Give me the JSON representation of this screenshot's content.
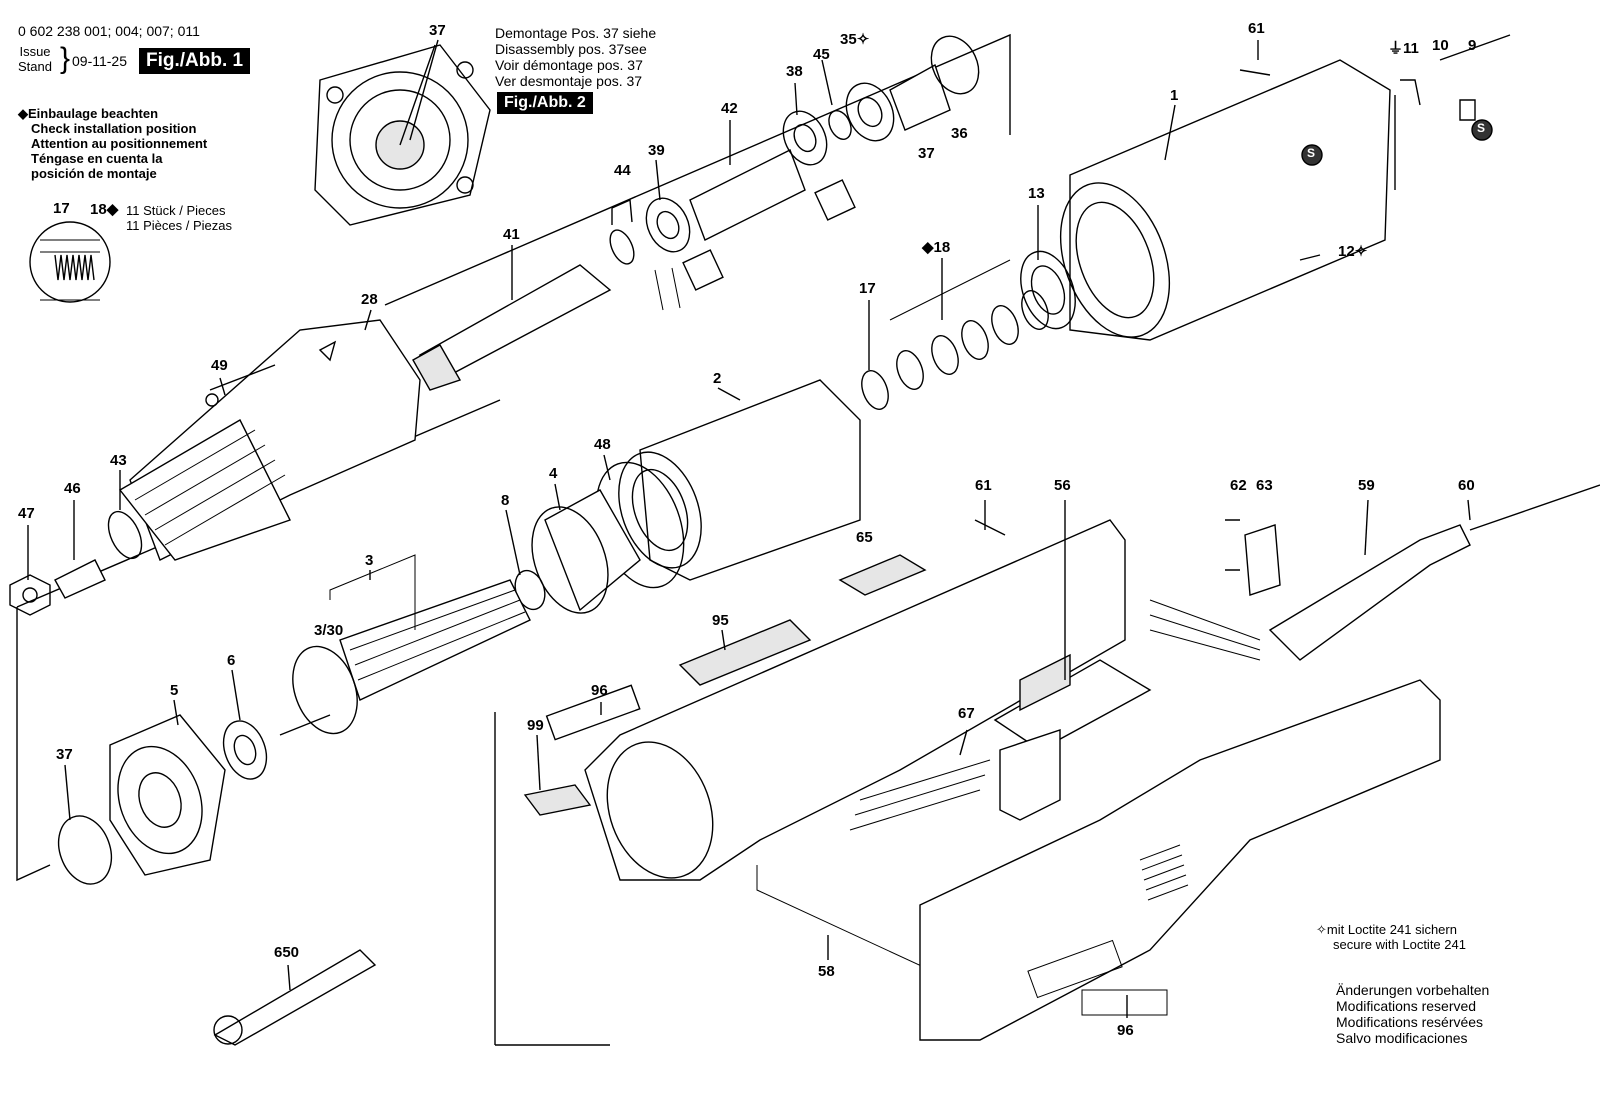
{
  "header": {
    "part_numbers": "0 602 238 001; 004; 007; 011",
    "issue_label_1": "Issue",
    "issue_label_2": "Stand",
    "issue_date": "09-11-25",
    "fig_label": "Fig./Abb. 1"
  },
  "installation_note": {
    "lines": [
      "Einbaulage beachten",
      "Check installation position",
      "Attention au positionnement",
      "Téngase en cuenta la",
      "posición de montaje"
    ]
  },
  "pieces_note": {
    "line1": "11 Stück / Pieces",
    "line2": "11 Pièces / Piezas"
  },
  "disassembly_note": {
    "lines": [
      "Demontage Pos. 37 siehe",
      "Disassembly pos. 37see",
      "Voir démontage pos. 37",
      "Ver desmontaje pos. 37"
    ],
    "fig_label": "Fig./Abb. 2"
  },
  "loctite_note": {
    "line1": "mit Loctite 241 sichern",
    "line2": "secure with Loctite 241"
  },
  "modifications_note": {
    "lines": [
      "Änderungen vorbehalten",
      "Modifications reserved",
      "Modifications resérvées",
      "Salvo modificaciones"
    ]
  },
  "callouts": {
    "c37a": "37",
    "c17a": "17",
    "c18a": "18",
    "c45": "45",
    "c35": "35",
    "c38": "38",
    "c42": "42",
    "c36": "36",
    "c37b": "37",
    "c44": "44",
    "c39": "39",
    "c41": "41",
    "c28": "28",
    "c49": "49",
    "c43": "43",
    "c46": "46",
    "c47": "47",
    "c61a": "61",
    "c1": "1",
    "c11": "11",
    "c10": "10",
    "c9": "9",
    "c13": "13",
    "c12": "12",
    "c18b": "18",
    "c17b": "17",
    "c2": "2",
    "c48": "48",
    "c4": "4",
    "c8": "8",
    "c3": "3",
    "c330": "3/30",
    "c6": "6",
    "c5": "5",
    "c37c": "37",
    "c61b": "61",
    "c56": "56",
    "c62": "62",
    "c63": "63",
    "c59": "59",
    "c60": "60",
    "c65": "65",
    "c95": "95",
    "c96a": "96",
    "c99": "99",
    "c67": "67",
    "c650": "650",
    "c58": "58",
    "c96b": "96"
  },
  "markers": {
    "s": "S"
  }
}
